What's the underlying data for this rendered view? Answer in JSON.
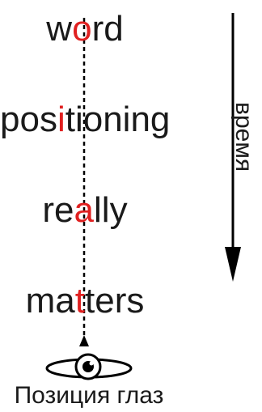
{
  "words": [
    {
      "before": "w",
      "focus": "o",
      "after": "rd"
    },
    {
      "before": "pos",
      "focus": "i",
      "after": "tioning"
    },
    {
      "before": "re",
      "focus": "a",
      "after": "lly"
    },
    {
      "before": "ma",
      "focus": "t",
      "after": "ters"
    }
  ],
  "time_label": "время",
  "caption": "Позиция глаз",
  "colors": {
    "text": "#1a1a1a",
    "highlight": "#e02020",
    "line": "#000000"
  }
}
